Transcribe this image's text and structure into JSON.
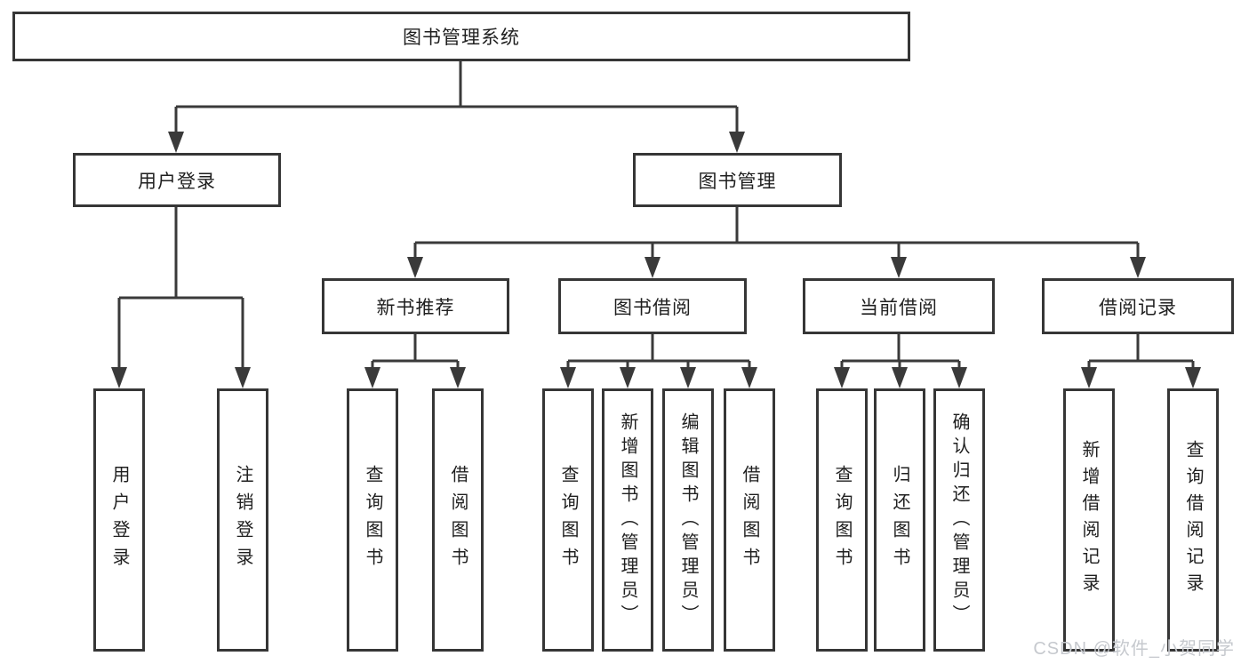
{
  "tree": {
    "label": "图书管理系统",
    "children": [
      {
        "label": "用户登录",
        "children": [
          {
            "label": "用户登录"
          },
          {
            "label": "注销登录"
          }
        ]
      },
      {
        "label": "图书管理",
        "children": [
          {
            "label": "新书推荐",
            "children": [
              {
                "label": "查询图书"
              },
              {
                "label": "借阅图书"
              }
            ]
          },
          {
            "label": "图书借阅",
            "children": [
              {
                "label": "查询图书"
              },
              {
                "label": "新增图书（管理员）"
              },
              {
                "label": "编辑图书（管理员）"
              },
              {
                "label": "借阅图书"
              }
            ]
          },
          {
            "label": "当前借阅",
            "children": [
              {
                "label": "查询图书"
              },
              {
                "label": "归还图书"
              },
              {
                "label": "确认归还（管理员）"
              }
            ]
          },
          {
            "label": "借阅记录",
            "children": [
              {
                "label": "新增借阅记录"
              },
              {
                "label": "查询借阅记录"
              }
            ]
          }
        ]
      }
    ]
  },
  "watermark": {
    "text": "CSDN @软件_小贺同学"
  },
  "colors": {
    "line": "#3a3a3a",
    "box_border": "#363636",
    "text": "#1f1f1f",
    "background": "#ffffff",
    "watermark": "#c6c9ce"
  }
}
